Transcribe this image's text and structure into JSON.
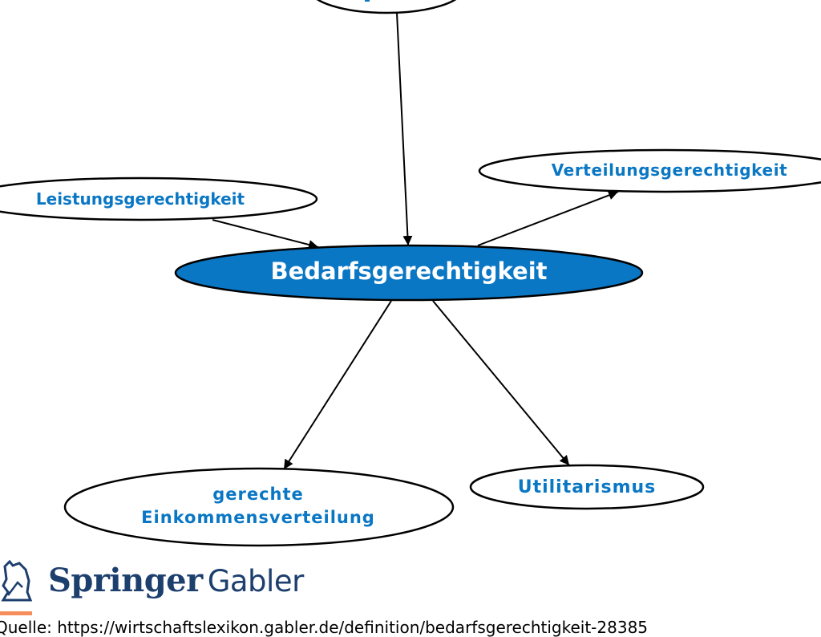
{
  "diagram": {
    "center": {
      "label": "Bedarfsgerechtigkeit"
    },
    "nodes": {
      "leistung": {
        "label": "Leistungsgerechtigkeit"
      },
      "verteilung": {
        "label": "Verteilungsgerechtigkeit"
      },
      "einkommen": {
        "line1": "gerechte",
        "line2": "Einkommensverteilung"
      },
      "utilitarismus": {
        "label": "Utilitarismus"
      }
    },
    "edges": [
      {
        "from": "top-node",
        "to": "center"
      },
      {
        "from": "leistung",
        "to": "center"
      },
      {
        "from": "center",
        "to": "verteilung"
      },
      {
        "from": "center",
        "to": "einkommen"
      },
      {
        "from": "center",
        "to": "utilitarismus"
      }
    ],
    "colors": {
      "center_fill": "#0A77C4",
      "label_text": "#0A77C4",
      "stroke": "#000000"
    }
  },
  "logo": {
    "brand": "Springer",
    "sub": "Gabler",
    "accent": "#F68D5C"
  },
  "source": {
    "text": "Quelle: https://wirtschaftslexikon.gabler.de/definition/bedarfsgerechtigkeit-28385"
  }
}
